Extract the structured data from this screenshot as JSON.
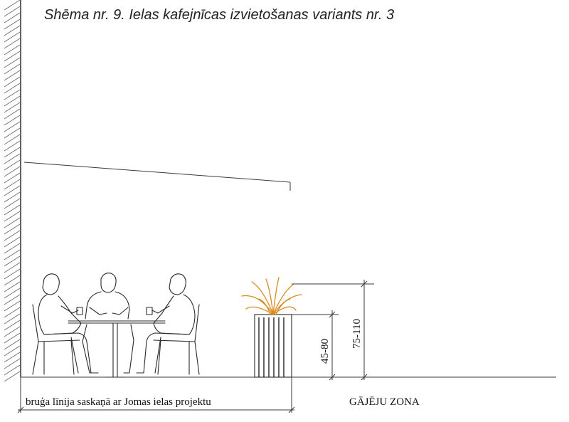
{
  "title": "Shēma nr. 9.  Ielas kafejnīcas izvietošanas variants nr. 3",
  "dimensions": {
    "planter_height": "45-80",
    "plant_height": "75-110"
  },
  "labels": {
    "paving_line": "bruģa līnija saskaņā ar Jomas ielas projektu",
    "pedestrian_zone": "GĀJĒJU ZONA"
  },
  "colors": {
    "lines": "#3a3a3a",
    "plant": "#d98a1e",
    "background": "#ffffff"
  }
}
